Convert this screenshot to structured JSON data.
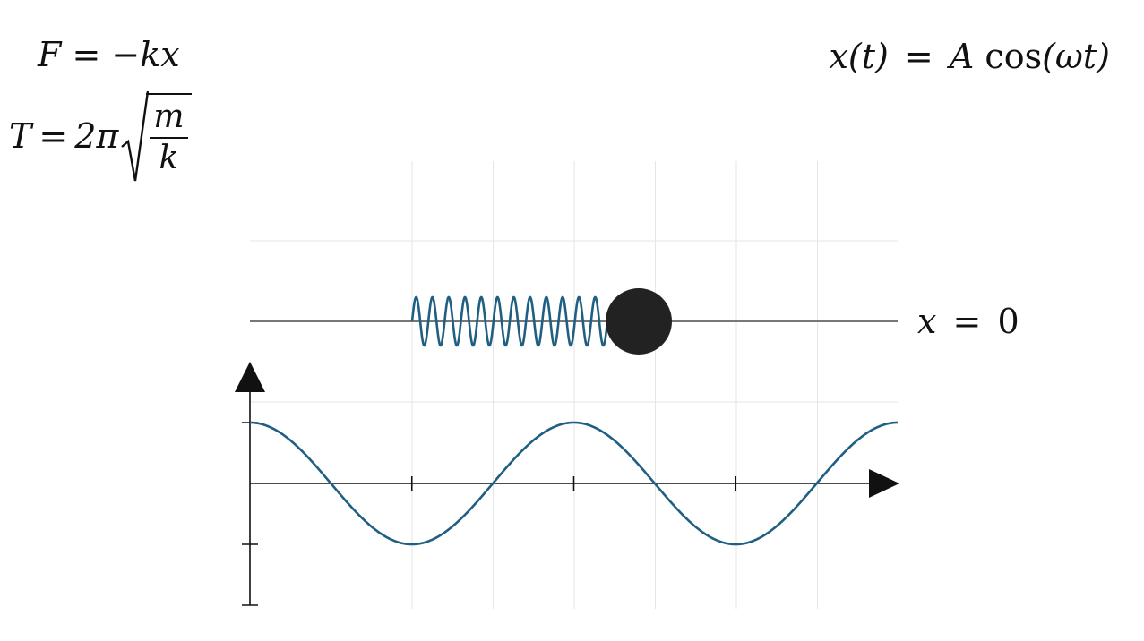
{
  "equations": {
    "force": {
      "lhs": "F",
      "eq": "=",
      "rhs": "−kx"
    },
    "period": {
      "lhs": "T",
      "eq": "=",
      "coef": "2π",
      "numerator": "m",
      "denominator": "k"
    },
    "solution": {
      "lhs": "x(t)",
      "eq": "=",
      "amp": "A",
      "fn": "cos",
      "arg": "(ωt)"
    },
    "origin_label": {
      "lhs": "x",
      "eq": "=",
      "rhs": "0"
    }
  },
  "colors": {
    "spring": "#1f5f82",
    "curve": "#1f5f82",
    "mass": "#222222",
    "track": "#777777",
    "grid": "#e6e6e6",
    "axis": "#111111"
  },
  "oscillator": {
    "coils": 12,
    "amplitude_fraction": 0.0,
    "position": "x = 0 crossing shown"
  },
  "plot": {
    "function": "cos",
    "periods_shown": 2,
    "x_ticks": 4,
    "y_ticks": 2
  }
}
